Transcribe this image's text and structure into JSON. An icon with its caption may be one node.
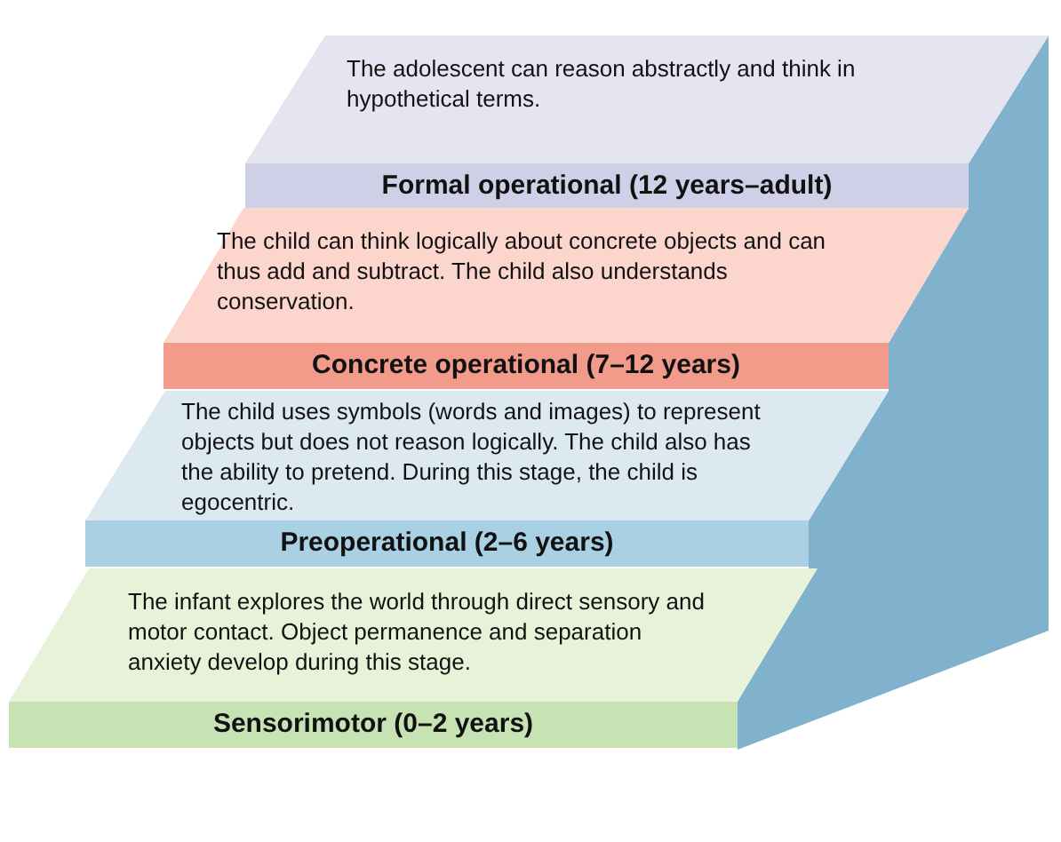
{
  "diagram": {
    "nodes": [
      {
        "text": [
          "The adolescent can reason abstractly and think in hypothetical terms."
        ]
      },
      {
        "text": [
          "Formal operational (12 years–adult)"
        ]
      },
      {
        "text": [
          "The child can think logically about concrete objects and can thus add and subtract. The child also understands conservation."
        ]
      },
      {
        "text": [
          "Concrete operational (7–12 years)"
        ]
      },
      {
        "text": [
          "The child uses symbols (words and images) to represent objects but does not reason logically. The child also has the ability to pretend. During this stage, the child is egocentric."
        ]
      },
      {
        "text": [
          "Preoperational (2–6 years)"
        ]
      },
      {
        "text": [
          "The infant explores the world through direct sensory and motor contact. Object permanence and separation anxiety develop during this stage."
        ]
      },
      {
        "text": [
          "Sensorimotor (0–2 years)"
        ]
      }
    ]
  }
}
